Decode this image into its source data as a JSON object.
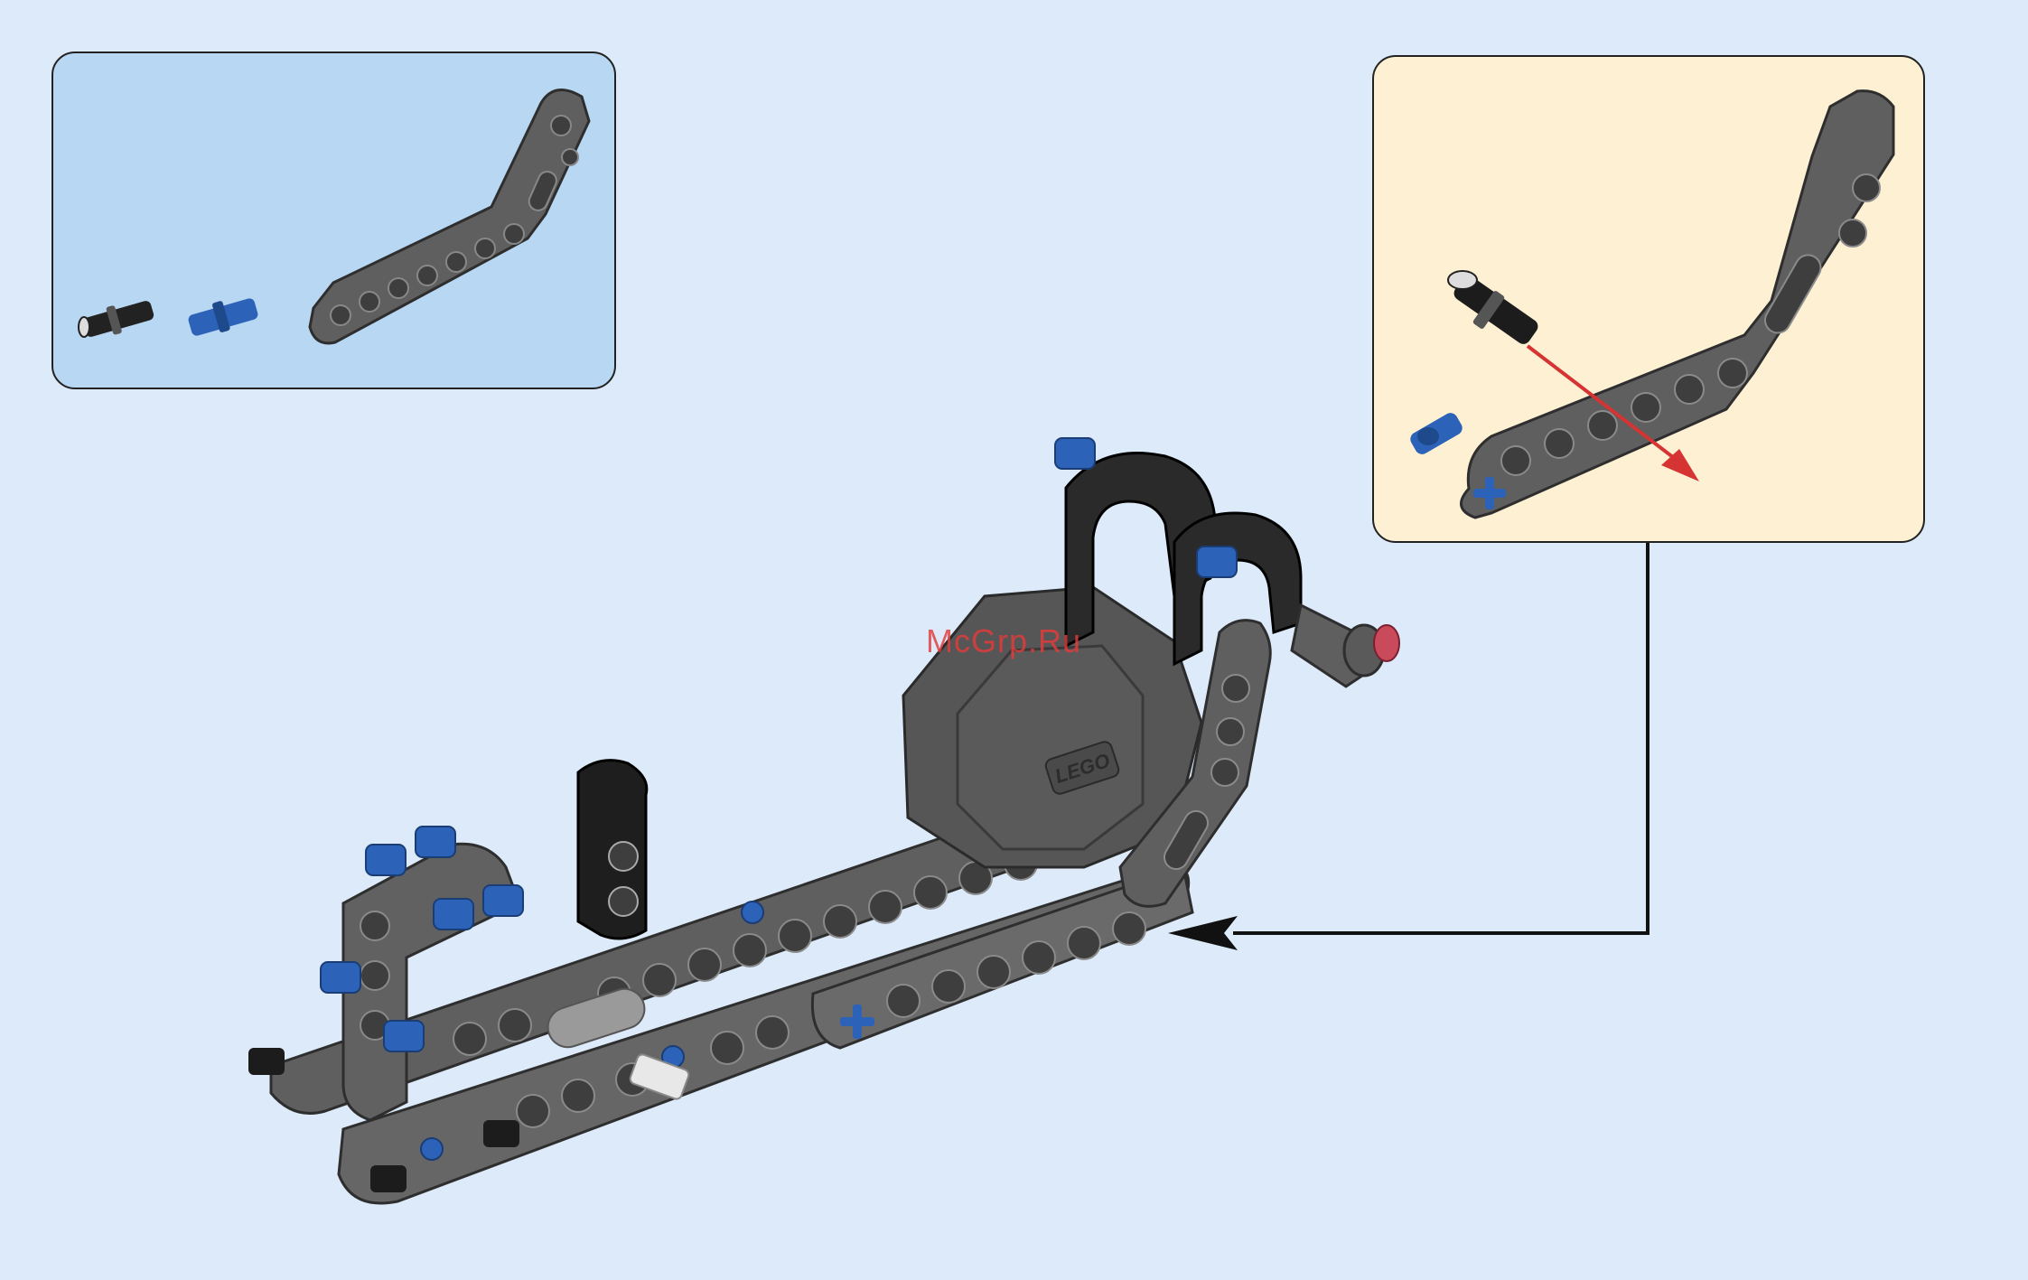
{
  "colors": {
    "background": "#dceaf9",
    "parts_panel_bg": "#b8d7f3",
    "subassembly_panel_bg": "#fdf0d3",
    "beam_gray": "#5f5f5f",
    "beam_edge": "#3a3a3a",
    "pin_blue": "#2c63b8",
    "pin_black": "#222222",
    "insert_arrow_red": "#d63333",
    "callout_line": "#111111"
  },
  "watermark": {
    "text": "McGrp.Ru"
  },
  "hub_logo": {
    "text": "LEGO"
  },
  "parts_list": [
    {
      "name": "black-friction-pin",
      "quantity_label": ""
    },
    {
      "name": "blue-axle-pin",
      "quantity_label": ""
    },
    {
      "name": "bent-liftarm",
      "quantity_label": ""
    }
  ]
}
